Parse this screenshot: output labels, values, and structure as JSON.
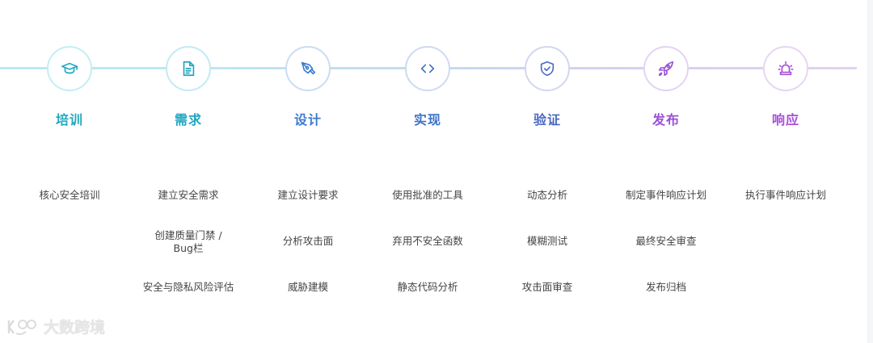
{
  "diagram": {
    "type": "process-timeline",
    "stages": [
      {
        "key": "training",
        "title": "培训",
        "icon": "graduation-cap-icon",
        "color": "#21a9bf",
        "ring": "#c3eef3",
        "items": [
          "核心安全培训"
        ]
      },
      {
        "key": "requirements",
        "title": "需求",
        "icon": "document-icon",
        "color": "#1fa5c0",
        "ring": "#c1ebf3",
        "items": [
          "建立安全需求",
          "创建质量门禁 / Bug栏",
          "安全与隐私风险评估"
        ]
      },
      {
        "key": "design",
        "title": "设计",
        "icon": "pen-nib-icon",
        "color": "#3b7bd0",
        "ring": "#cbdcf2",
        "items": [
          "建立设计要求",
          "分析攻击面",
          "威胁建模"
        ]
      },
      {
        "key": "implementation",
        "title": "实现",
        "icon": "code-brackets-icon",
        "color": "#3f72c8",
        "ring": "#cfdaf1",
        "items": [
          "使用批准的工具",
          "弃用不安全函数",
          "静态代码分析"
        ]
      },
      {
        "key": "verification",
        "title": "验证",
        "icon": "shield-check-icon",
        "color": "#4a68c2",
        "ring": "#d2d7f0",
        "items": [
          "动态分析",
          "模糊测试",
          "攻击面审查"
        ]
      },
      {
        "key": "release",
        "title": "发布",
        "icon": "rocket-icon",
        "color": "#9a4fd6",
        "ring": "#e2d4f3",
        "items": [
          "制定事件响应计划",
          "最终安全审查",
          "发布归档"
        ]
      },
      {
        "key": "response",
        "title": "响应",
        "icon": "alarm-siren-icon",
        "color": "#a64fd8",
        "ring": "#e6d6f3",
        "items": [
          "执行事件响应计划"
        ]
      }
    ]
  },
  "watermark": {
    "text": "大数跨境",
    "logo": "brand-logo-icon"
  }
}
